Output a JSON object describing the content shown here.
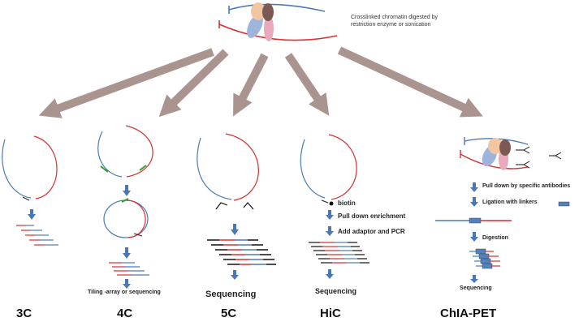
{
  "colors": {
    "blue_strand": "#4a7bb5",
    "red_strand": "#d93030",
    "big_arrow": "#a99490",
    "down_arrow": "#4a78b4",
    "green_mark": "#2aa12a",
    "black_end": "#111111",
    "linker_box": "#5680b6",
    "protein_peach": "#f2c6a0",
    "protein_blue": "#9fb4dd",
    "protein_pink": "#e8aab8",
    "protein_brown": "#7a5a52"
  },
  "header": {
    "caption": "Crosslinked chromatin digested by restriction enzyme or sonication"
  },
  "methods": {
    "m3c": {
      "name": "3C"
    },
    "m4c": {
      "name": "4C",
      "result": "Tiling -array or sequencing"
    },
    "m5c": {
      "name": "5C",
      "result": "Sequencing"
    },
    "hic": {
      "name": "HiC",
      "steps": [
        "biotin",
        "Pull down enrichment",
        "Add adaptor and PCR"
      ],
      "result": "Sequencing"
    },
    "chiapet": {
      "name": "ChIA-PET",
      "steps": [
        "Pull down by specific antibodies",
        "Ligation with linkers",
        "Digestion"
      ],
      "result": "Sequencing"
    }
  }
}
